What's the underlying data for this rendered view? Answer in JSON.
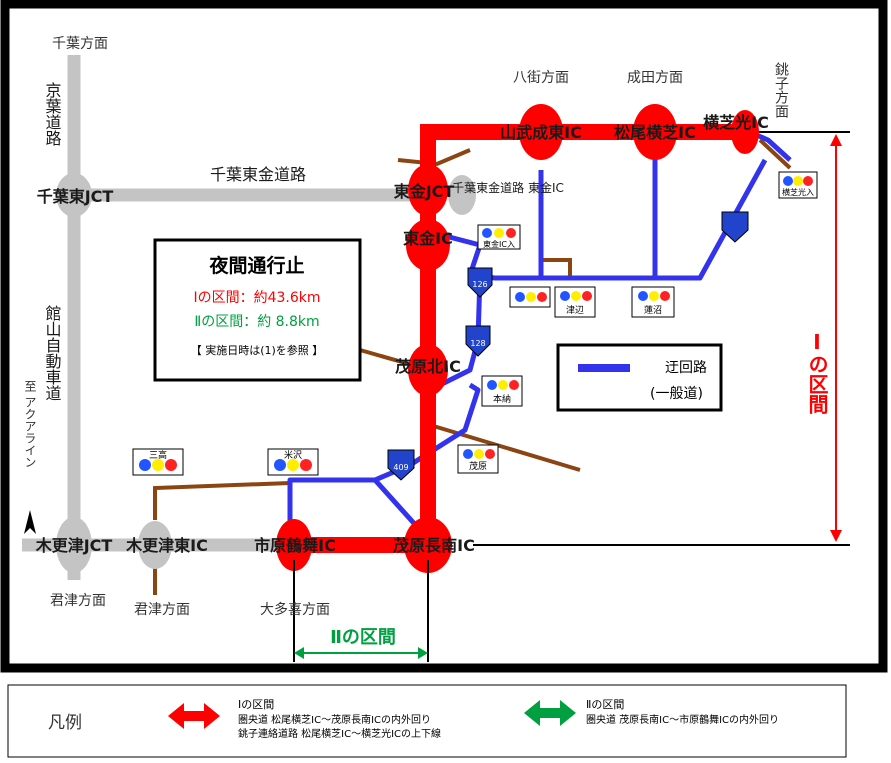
{
  "colors": {
    "section1": "#ff0000",
    "section2": "#00a040",
    "detour": "#3333ee",
    "expressway": "#c0c0c0",
    "local_road": "#8b4513",
    "frame": "#000000"
  },
  "places": {
    "chiba_dir": "千葉方面",
    "yachimata_dir": "八街方面",
    "narita_dir": "成田方面",
    "choshi_dir": "銚子方面",
    "kimitsu_dir_left": "君津方面",
    "kimitsu_dir": "君津方面",
    "otaki_dir": "大多喜方面",
    "aqualine_to": "至 アクアライン"
  },
  "roads": {
    "keiyo": "京葉道路",
    "chiba_togane": "千葉東金道路",
    "tateyama": "館山自動車道",
    "chiba_togane_togane_ic": "千葉東金道路 東金IC"
  },
  "interchanges": {
    "chiba_higashi_jct": "千葉東JCT",
    "togane_jct": "東金JCT",
    "togane_ic": "東金IC",
    "sammu_naruto_higashi_ic": "山武成東IC",
    "matsuo_yokoshiba_ic": "松尾横芝IC",
    "yokoshibahikari_ic": "横芝光IC",
    "mobara_kita_ic": "茂原北IC",
    "mobara_chonan_ic": "茂原長南IC",
    "ichihara_tsurumai_ic": "市原鶴舞IC",
    "kisarazu_higashi_ic": "木更津東IC",
    "kisarazu_jct": "木更津JCT"
  },
  "signals": {
    "togane_ic_entrance": "東金IC入",
    "hasunuma": "蓮沼",
    "tsuji": "津辺",
    "yokoshibahikari_entrance": "横芝光入",
    "honno": "本納",
    "mobara": "茂原",
    "mitaka": "三高",
    "yonezawa": "米沢"
  },
  "route_shields": [
    "126",
    "128",
    "409"
  ],
  "notice": {
    "title": "夜間通行止",
    "section1": "Ⅰの区間：約43.6km",
    "section2": "Ⅱの区間：約  8.8km",
    "note": "【 実施日時は(1)を参照 】"
  },
  "detour_legend": {
    "label": "迂回路",
    "sub": "(一般道)"
  },
  "section_marks": {
    "section1": "Ⅰの区間",
    "section2": "Ⅱの区間"
  },
  "legend": {
    "title": "凡例",
    "section1_title": "Ⅰの区間",
    "section1_line1": "圏央道 松尾横芝IC～茂原長南ICの内外回り",
    "section1_line2": "銚子連絡道路 松尾横芝IC～横芝光ICの上下線",
    "section2_title": "Ⅱの区間",
    "section2_line1": "圏央道 茂原長南IC～市原鶴舞ICの内外回り"
  }
}
